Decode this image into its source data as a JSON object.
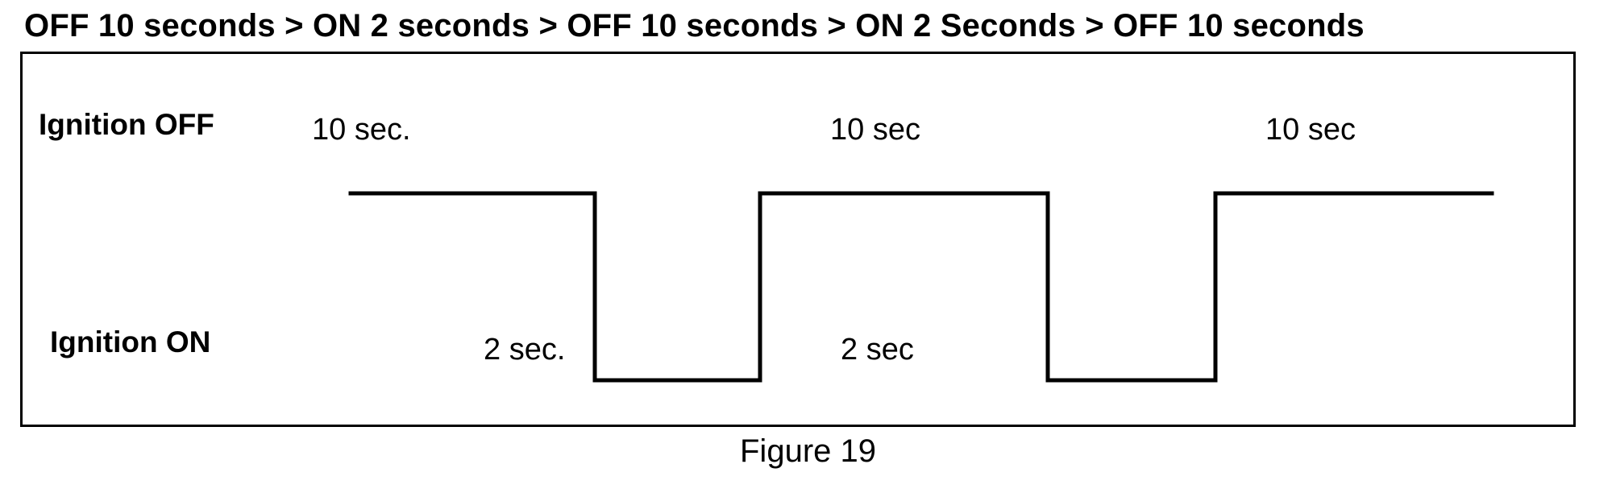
{
  "title": "OFF 10 seconds  > ON 2 seconds > OFF 10 seconds > ON 2 Seconds > OFF 10 seconds",
  "caption": "Figure 19",
  "rows": {
    "off_label": "Ignition OFF",
    "on_label": "Ignition ON"
  },
  "annotations": {
    "high_1": "10 sec.",
    "high_2": "10 sec",
    "high_3": "10 sec",
    "low_1": "2 sec.",
    "low_2": "2 sec"
  },
  "colors": {
    "line": "#000000",
    "background": "#ffffff",
    "frame_border": "#000000"
  },
  "chart_data": {
    "type": "line",
    "title": "OFF 10 seconds  > ON 2 seconds > OFF 10 seconds > ON 2 Seconds > OFF 10 seconds",
    "subtitle": "Figure 19",
    "xlabel": "",
    "ylabel": "",
    "grid": false,
    "legend": "none",
    "state_levels": [
      "Ignition OFF",
      "Ignition ON"
    ],
    "x_unit": "seconds",
    "segments": [
      {
        "state": "Ignition OFF",
        "duration": 10,
        "label": "10 sec."
      },
      {
        "state": "Ignition ON",
        "duration": 2,
        "label": "2 sec."
      },
      {
        "state": "Ignition OFF",
        "duration": 10,
        "label": "10 sec"
      },
      {
        "state": "Ignition ON",
        "duration": 2,
        "label": "2 sec"
      },
      {
        "state": "Ignition OFF",
        "duration": 10,
        "label": "10 sec"
      }
    ],
    "x": [
      0,
      10,
      10,
      12,
      12,
      22,
      22,
      24,
      24,
      34
    ],
    "y": [
      "OFF",
      "OFF",
      "ON",
      "ON",
      "OFF",
      "OFF",
      "ON",
      "ON",
      "OFF",
      "OFF"
    ],
    "total_duration": 34
  }
}
